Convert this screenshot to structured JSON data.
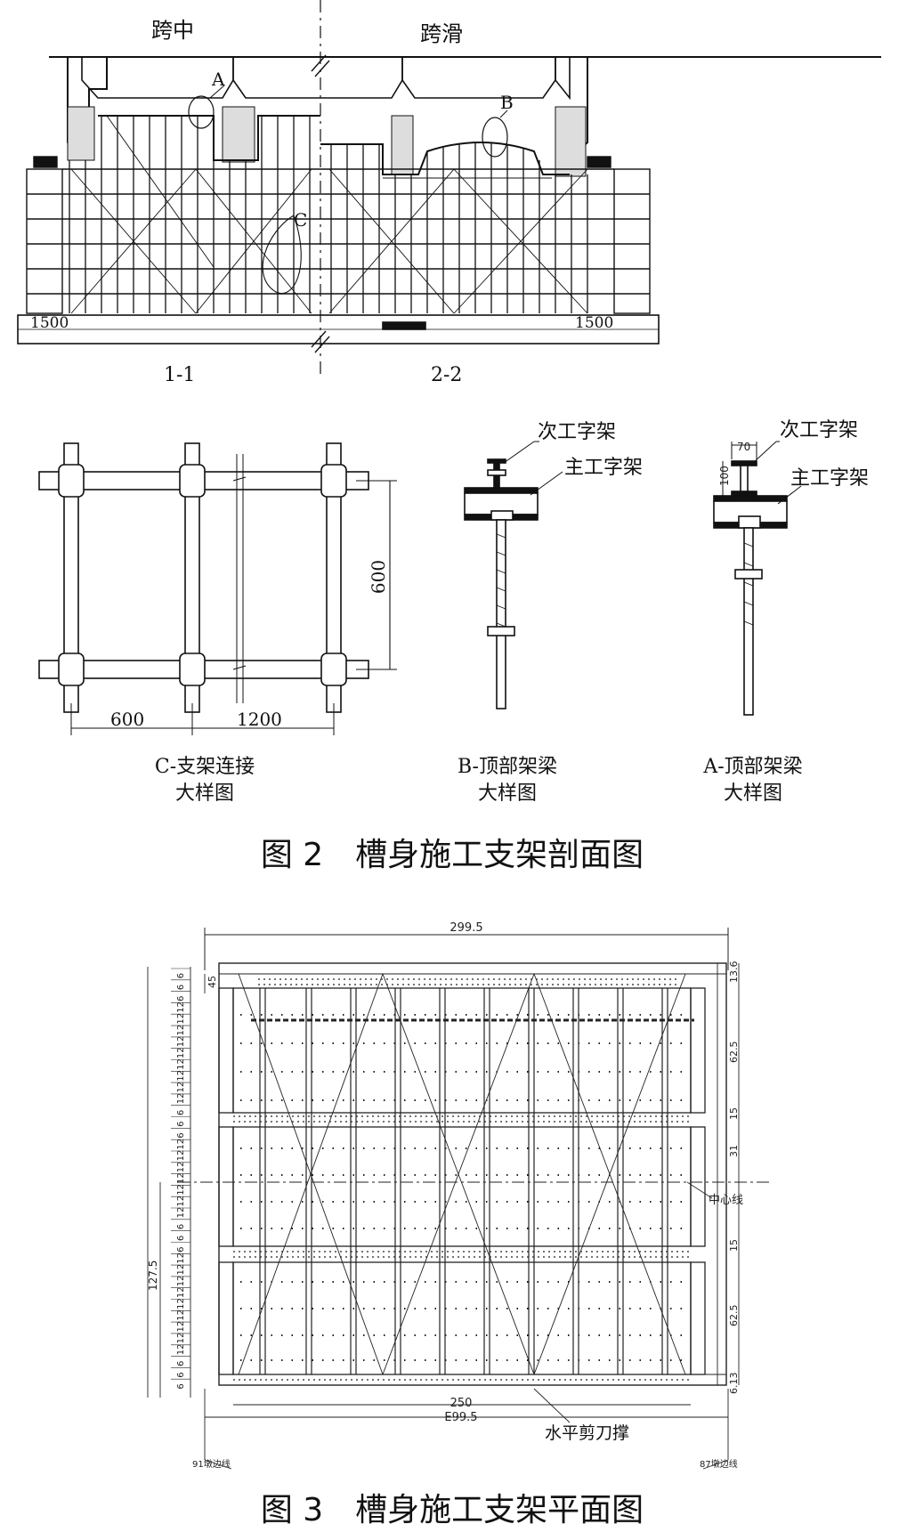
{
  "figure2": {
    "top_labels": {
      "left": "跨中",
      "right": "跨滑"
    },
    "callouts": {
      "a": "A",
      "b": "B",
      "c": "C"
    },
    "dims": {
      "left": "1500",
      "right": "1500"
    },
    "section_labels": {
      "left": "1-1",
      "right": "2-2"
    },
    "detail_c": {
      "dim_vertical": "600",
      "dim_a": "600",
      "dim_b": "1200",
      "caption_line1": "C-支架连接",
      "caption_line2": "大样图"
    },
    "detail_b": {
      "label_secondary": "次工字架",
      "label_main": "主工字架",
      "caption_line1": "B-顶部架梁",
      "caption_line2": "大样图"
    },
    "detail_a": {
      "label_secondary": "次工字架",
      "label_main": "主工字架",
      "dim_70": "70",
      "dim_100": "100",
      "caption_line1": "A-顶部架梁",
      "caption_line2": "大样图"
    },
    "caption": "图 2　槽身施工支架剖面图"
  },
  "figure3": {
    "top_dim": "299.5",
    "right_dims": [
      "13.6",
      "62.5",
      "15",
      "31",
      "15",
      "62.5",
      "6.13"
    ],
    "left_dim_total": "127.5",
    "left_dim_top": "45",
    "left_col_ticks": [
      "6",
      "6",
      "6",
      "12",
      "12",
      "12",
      "12",
      "12",
      "12",
      "12",
      "12",
      "12",
      "6",
      "6",
      "6",
      "12",
      "12",
      "12",
      "12",
      "12",
      "12",
      "12",
      "6",
      "6",
      "6",
      "12",
      "12",
      "12",
      "12",
      "12",
      "12",
      "12",
      "12",
      "12",
      "6",
      "6",
      "6"
    ],
    "bottom_dim_inner": "250",
    "bottom_dim_outer": "E99.5",
    "center_line": "中心线",
    "label_brace": "水平剪刀撑",
    "label_left_edge": "91墩边线",
    "label_right_edge": "87墩边线",
    "caption": "图 3　槽身施工支架平面图"
  }
}
